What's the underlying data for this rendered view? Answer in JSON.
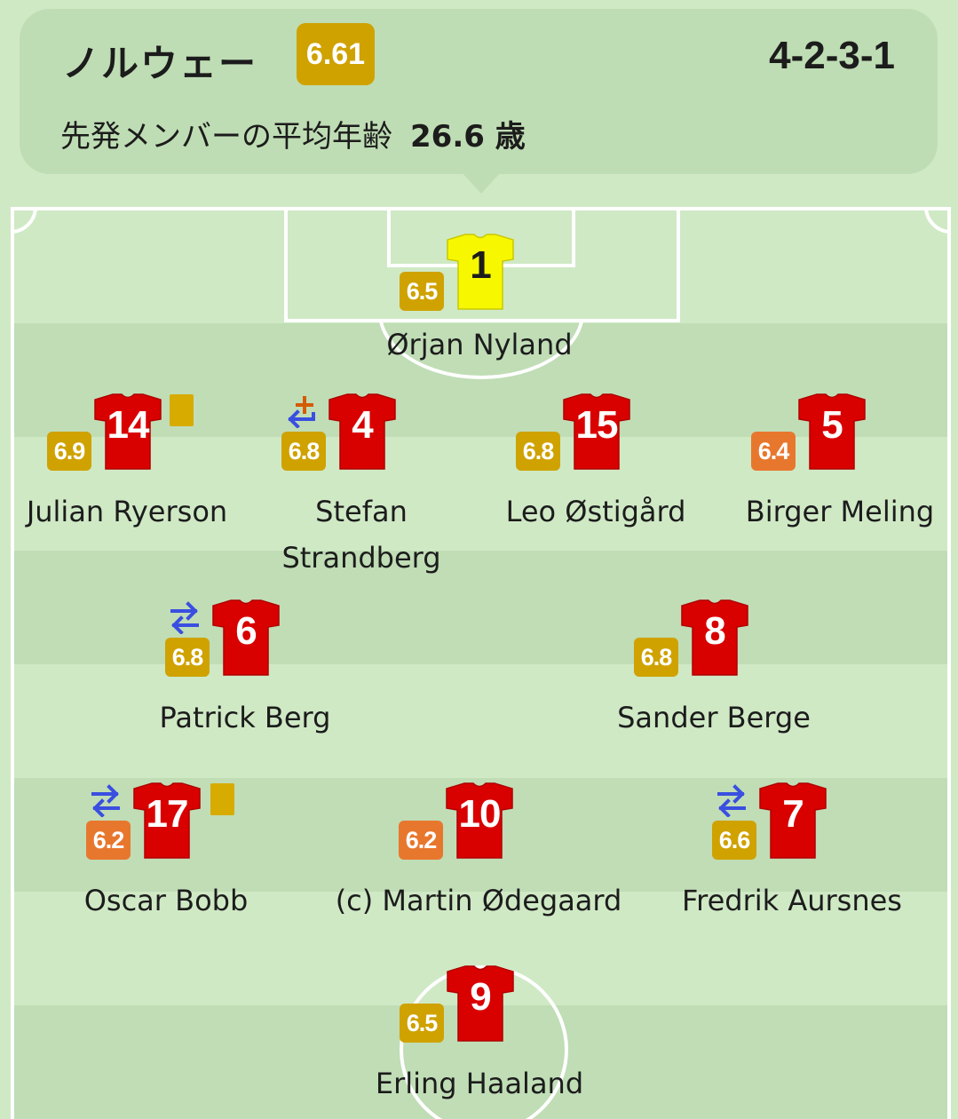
{
  "header": {
    "team_name": "ノルウェー",
    "team_rating": "6.61",
    "formation": "4-2-3-1",
    "avg_age_label": "先発メンバーの平均年齢",
    "avg_age_value": "26.6 歳"
  },
  "colors": {
    "rating_gold": "#cfa200",
    "rating_orange": "#e8772e",
    "jersey_outfield": "#d90000",
    "jersey_goalkeeper": "#f7f700",
    "sub_arrows": "#3a4fe0",
    "injury_plus": "#d65a00",
    "yellow_card": "#d7ab00"
  },
  "players": {
    "p1": {
      "number": "1",
      "name": "Ørjan Nyland",
      "rating": "6.5"
    },
    "p14": {
      "number": "14",
      "name": "Julian Ryerson",
      "rating": "6.9"
    },
    "p4": {
      "number": "4",
      "name": "Stefan Strandberg",
      "rating": "6.8"
    },
    "p15": {
      "number": "15",
      "name": "Leo Østigård",
      "rating": "6.8"
    },
    "p5": {
      "number": "5",
      "name": "Birger Meling",
      "rating": "6.4"
    },
    "p6": {
      "number": "6",
      "name": "Patrick Berg",
      "rating": "6.8"
    },
    "p8": {
      "number": "8",
      "name": "Sander Berge",
      "rating": "6.8"
    },
    "p17": {
      "number": "17",
      "name": "Oscar Bobb",
      "rating": "6.2"
    },
    "p10": {
      "number": "10",
      "name": "(c) Martin Ødegaard",
      "rating": "6.2"
    },
    "p7": {
      "number": "7",
      "name": "Fredrik Aursnes",
      "rating": "6.6"
    },
    "p9": {
      "number": "9",
      "name": "Erling Haaland",
      "rating": "6.5"
    }
  },
  "icons": {
    "yellow_card": "yellow-card-icon",
    "substitution": "substitution-arrows-icon",
    "injury": "injury-plus-icon"
  }
}
